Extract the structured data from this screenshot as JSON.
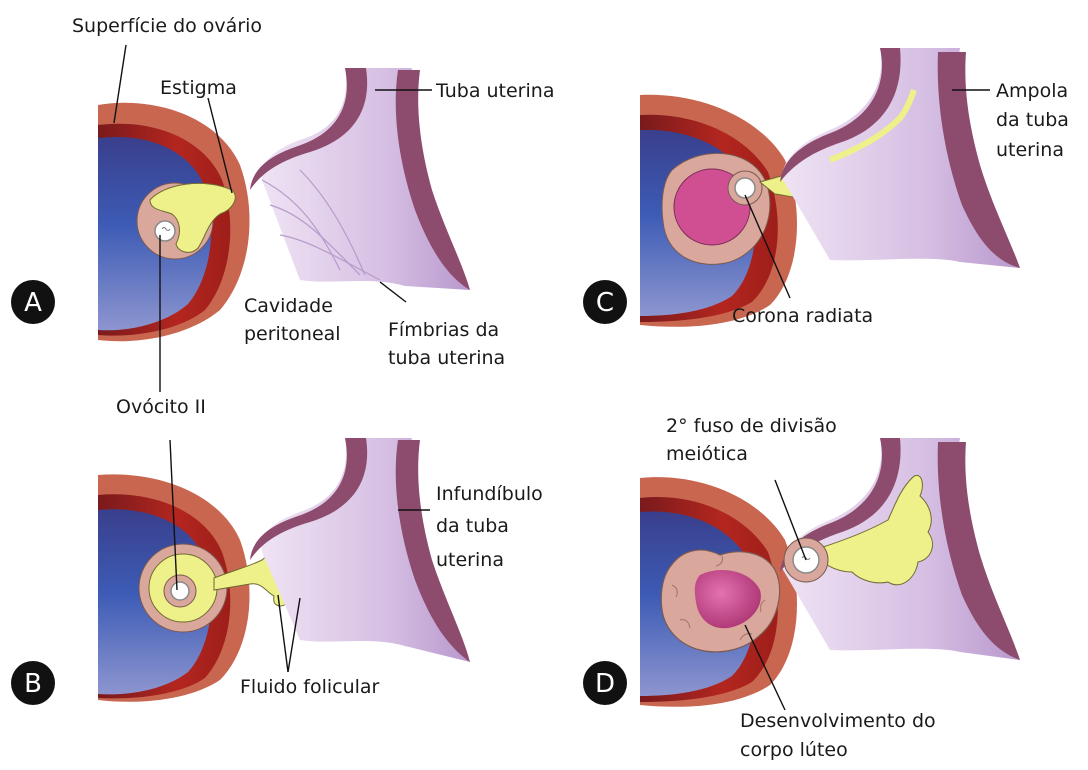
{
  "panels": [
    {
      "letter": "A"
    },
    {
      "letter": "B"
    },
    {
      "letter": "C"
    },
    {
      "letter": "D"
    }
  ],
  "labels": {
    "superficie_ovario": "Superfície do ovário",
    "estigma": "Estigma",
    "tuba_uterina": "Tuba uterina",
    "cavidade_1": "Cavidade",
    "cavidade_2": "peritoneal",
    "fimbrias_1": "Fímbrias da",
    "fimbrias_2": "tuba uterina",
    "ovocito": "Ovócito II",
    "infundibulo_1": "Infundíbulo",
    "infundibulo_2": "da tuba",
    "infundibulo_3": "uterina",
    "fluido": "Fluido folicular",
    "ampola_1": "Ampola",
    "ampola_2": "da tuba",
    "ampola_3": "uterina",
    "corona": "Corona radiata",
    "fuso_1": "2° fuso de divisão",
    "fuso_2": "meiótica",
    "corpo_1": "Desenvolvimento do",
    "corpo_2": "corpo lúteo"
  },
  "colors": {
    "ovary_surface": "#c9664f",
    "ovary_red": "#a3231f",
    "ovary_blue": "#3b4fa6",
    "follicle": "#d9a79b",
    "fluid": "#eef08a",
    "tube_light": "#dcc7e6",
    "tube_mid": "#c4a8d6",
    "tube_dark": "#8d4b6e",
    "corpus": "#cf4f92",
    "marker": "#111111"
  }
}
